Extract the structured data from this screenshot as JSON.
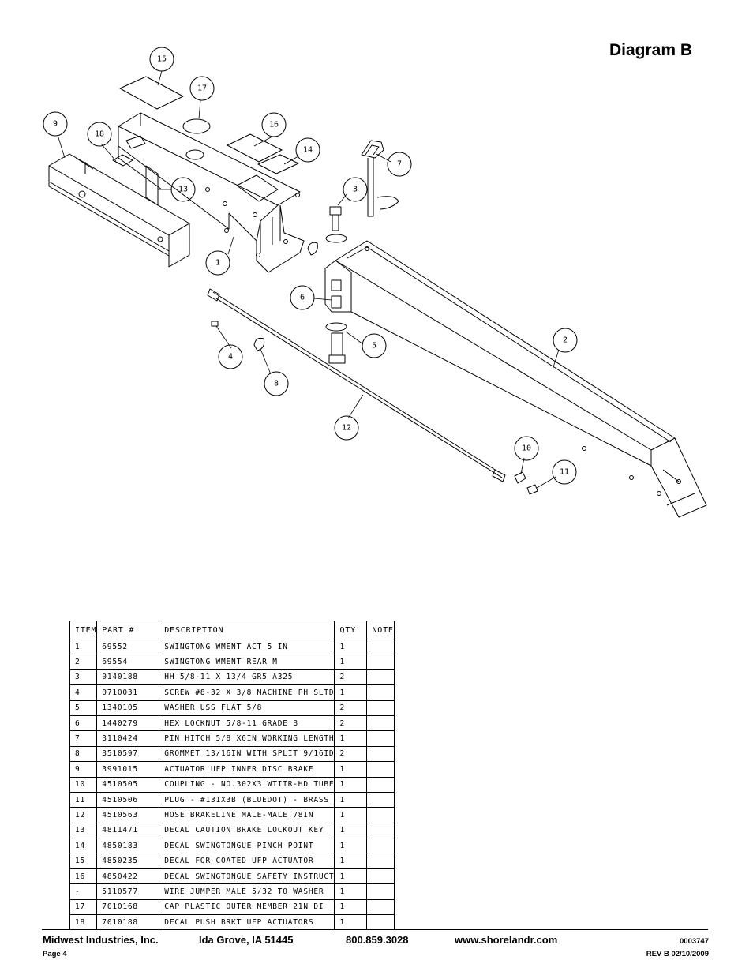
{
  "diagram": {
    "title": "Diagram B",
    "callouts": [
      "1",
      "2",
      "3",
      "4",
      "5",
      "6",
      "7",
      "8",
      "9",
      "10",
      "11",
      "12",
      "13",
      "14",
      "15",
      "16",
      "17",
      "18"
    ]
  },
  "parts_table": {
    "headers": [
      "ITEM",
      "PART #",
      "DESCRIPTION",
      "QTY",
      "NOTE"
    ],
    "rows": [
      {
        "item": "1",
        "part": "69552",
        "description": "SWINGTONG WMENT ACT 5 IN",
        "qty": "1",
        "note": ""
      },
      {
        "item": "2",
        "part": "69554",
        "description": "SWINGTONG WMENT REAR M",
        "qty": "1",
        "note": ""
      },
      {
        "item": "3",
        "part": "0140188",
        "description": "HH 5/8-11 X 13/4  GR5 A325",
        "qty": "2",
        "note": ""
      },
      {
        "item": "4",
        "part": "0710031",
        "description": "SCREW #8-32 X 3/8 MACHINE PH SLTD",
        "qty": "1",
        "note": ""
      },
      {
        "item": "5",
        "part": "1340105",
        "description": "WASHER USS FLAT 5/8",
        "qty": "2",
        "note": ""
      },
      {
        "item": "6",
        "part": "1440279",
        "description": "HEX LOCKNUT 5/8-11 GRADE B",
        "qty": "2",
        "note": ""
      },
      {
        "item": "7",
        "part": "3110424",
        "description": "PIN HITCH 5/8 X6IN WORKING LENGTH",
        "qty": "1",
        "note": ""
      },
      {
        "item": "8",
        "part": "3510597",
        "description": "GROMMET 13/16IN  WITH SPLIT 9/16ID",
        "qty": "2",
        "note": ""
      },
      {
        "item": "9",
        "part": "3991015",
        "description": "ACTUATOR UFP INNER  DISC BRAKE",
        "qty": "1",
        "note": ""
      },
      {
        "item": "10",
        "part": "4510505",
        "description": "COUPLING - NO.302X3 WTIIR-HD TUBE",
        "qty": "1",
        "note": ""
      },
      {
        "item": "11",
        "part": "4510506",
        "description": "PLUG - #131X3B (BLUEDOT) - BRASS",
        "qty": "1",
        "note": ""
      },
      {
        "item": "12",
        "part": "4510563",
        "description": "HOSE BRAKELINE MALE-MALE 78IN",
        "qty": "1",
        "note": ""
      },
      {
        "item": "13",
        "part": "4811471",
        "description": "DECAL CAUTION BRAKE LOCKOUT KEY",
        "qty": "1",
        "note": ""
      },
      {
        "item": "14",
        "part": "4850183",
        "description": "DECAL SWINGTONGUE PINCH POINT",
        "qty": "1",
        "note": ""
      },
      {
        "item": "15",
        "part": "4850235",
        "description": "DECAL FOR COATED UFP ACTUATOR",
        "qty": "1",
        "note": ""
      },
      {
        "item": "16",
        "part": "4850422",
        "description": "DECAL SWINGTONGUE SAFETY INSTRUCT",
        "qty": "1",
        "note": ""
      },
      {
        "item": "-",
        "part": "5110577",
        "description": "WIRE JUMPER MALE 5/32 TO WASHER",
        "qty": "1",
        "note": ""
      },
      {
        "item": "17",
        "part": "7010168",
        "description": "CAP  PLASTIC OUTER MEMBER 21N DI",
        "qty": "1",
        "note": ""
      },
      {
        "item": "18",
        "part": "7010188",
        "description": "DECAL PUSH BRKT UFP ACTUATORS",
        "qty": "1",
        "note": ""
      }
    ]
  },
  "footer": {
    "company": "Midwest Industries, Inc.",
    "location": "Ida Grove, IA  51445",
    "phone": "800.859.3028",
    "website": "www.shorelandr.com",
    "doc_number": "0003747",
    "page": "Page 4",
    "revision": "REV B  02/10/2009"
  }
}
